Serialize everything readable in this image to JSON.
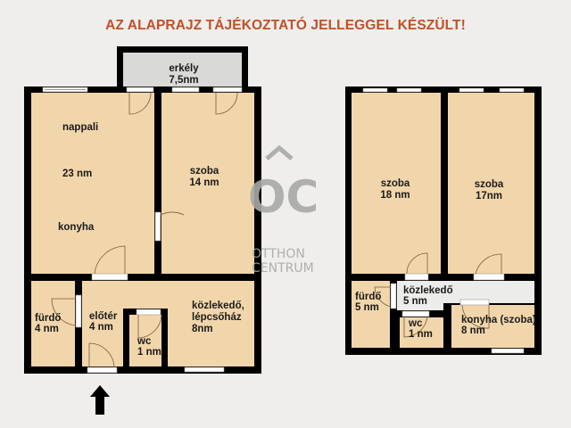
{
  "title": "AZ ALAPRAJZ TÁJÉKOZTATÓ JELLEGGEL KÉSZÜLT!",
  "colors": {
    "title": "#c0502a",
    "room_fill": "#f2d6ab",
    "balcony_fill": "#d9d9d7",
    "corridor_fill": "#ececea",
    "wall": "#000000",
    "background": "#efeeec",
    "watermark": "#a9a9a7"
  },
  "watermark": {
    "mark": "OC",
    "line1": "OTTHON",
    "line2": "CENTRUM"
  },
  "left_plan": {
    "rooms": [
      {
        "id": "erkely",
        "name": "erkély",
        "area": "7,5nm"
      },
      {
        "id": "nappali",
        "name": "nappali",
        "area": "23 nm",
        "extra": "konyha"
      },
      {
        "id": "szoba",
        "name": "szoba",
        "area": "14 nm"
      },
      {
        "id": "furdo",
        "name": "fürdő",
        "area": "4 nm"
      },
      {
        "id": "eloter",
        "name": "előtér",
        "area": "4 nm"
      },
      {
        "id": "wc",
        "name": "wc",
        "area": "1 nm"
      },
      {
        "id": "kozlekedo",
        "name": "közlekedő,",
        "name2": "lépcsőház",
        "area": "8nm"
      }
    ],
    "entrance": "entrance-arrow"
  },
  "right_plan": {
    "rooms": [
      {
        "id": "szoba1",
        "name": "szoba",
        "area": "18 nm"
      },
      {
        "id": "szoba2",
        "name": "szoba",
        "area": "17nm"
      },
      {
        "id": "furdo",
        "name": "fürdő",
        "area": "5 nm"
      },
      {
        "id": "kozlekedo",
        "name": "közlekedő",
        "area": "5 nm"
      },
      {
        "id": "wc",
        "name": "wc",
        "area": "1 nm"
      },
      {
        "id": "konyha",
        "name": "konyha (szoba)",
        "area": "8 nm"
      }
    ]
  }
}
